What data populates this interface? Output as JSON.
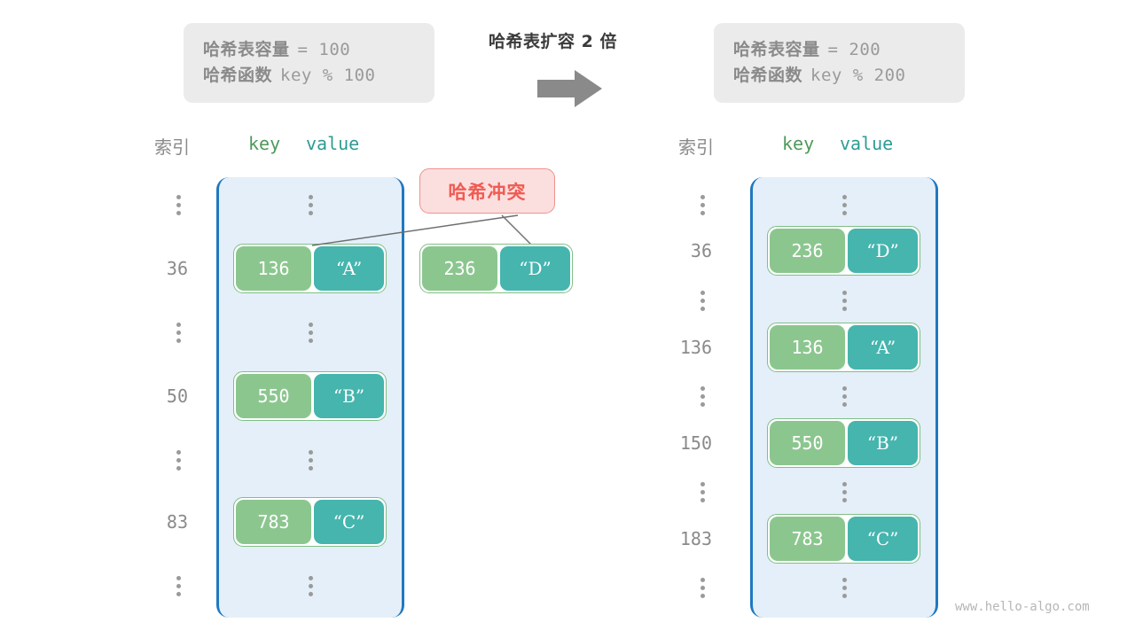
{
  "title": "哈希表扩容 2 倍",
  "arrow_icon": "right-arrow-icon",
  "watermark": "www.hello-algo.com",
  "left_info": {
    "capacity_label": "哈希表容量",
    "capacity_expr": "= 100",
    "function_label": "哈希函数",
    "function_expr": "key % 100"
  },
  "right_info": {
    "capacity_label": "哈希表容量",
    "capacity_expr": "= 200",
    "function_label": "哈希函数",
    "function_expr": "key % 200"
  },
  "headers": {
    "index": "索引",
    "key": "key",
    "value": "value"
  },
  "collision_badge": "哈希冲突",
  "colors": {
    "key_cell": "#8CC68F",
    "value_cell": "#45B5AE",
    "bucket_fill": "#E4EFF9",
    "bucket_border": "#1F78C1",
    "badge_fill": "#FBDFDF",
    "badge_border": "#F0918C",
    "badge_text": "#F05B52",
    "info_box": "#EBEBEB",
    "arrow": "#8A8A8A",
    "index_text": "#8A8A8A"
  },
  "left_table": {
    "rows": [
      {
        "type": "ellipsis",
        "index": "",
        "key": "",
        "value": ""
      },
      {
        "type": "entry",
        "index": "36",
        "key": "136",
        "value": "“A”"
      },
      {
        "type": "ellipsis",
        "index": "",
        "key": "",
        "value": ""
      },
      {
        "type": "entry",
        "index": "50",
        "key": "550",
        "value": "“B”"
      },
      {
        "type": "ellipsis",
        "index": "",
        "key": "",
        "value": ""
      },
      {
        "type": "entry",
        "index": "83",
        "key": "783",
        "value": "“C”"
      },
      {
        "type": "ellipsis",
        "index": "",
        "key": "",
        "value": ""
      }
    ]
  },
  "floating_entry": {
    "key": "236",
    "value": "“D”"
  },
  "right_table": {
    "rows": [
      {
        "type": "ellipsis",
        "index": "",
        "key": "",
        "value": ""
      },
      {
        "type": "entry",
        "index": "36",
        "key": "236",
        "value": "“D”"
      },
      {
        "type": "ellipsis",
        "index": "",
        "key": "",
        "value": ""
      },
      {
        "type": "entry",
        "index": "136",
        "key": "136",
        "value": "“A”"
      },
      {
        "type": "ellipsis",
        "index": "",
        "key": "",
        "value": ""
      },
      {
        "type": "entry",
        "index": "150",
        "key": "550",
        "value": "“B”"
      },
      {
        "type": "ellipsis",
        "index": "",
        "key": "",
        "value": ""
      },
      {
        "type": "entry",
        "index": "183",
        "key": "783",
        "value": "“C”"
      },
      {
        "type": "ellipsis",
        "index": "",
        "key": "",
        "value": ""
      }
    ]
  }
}
